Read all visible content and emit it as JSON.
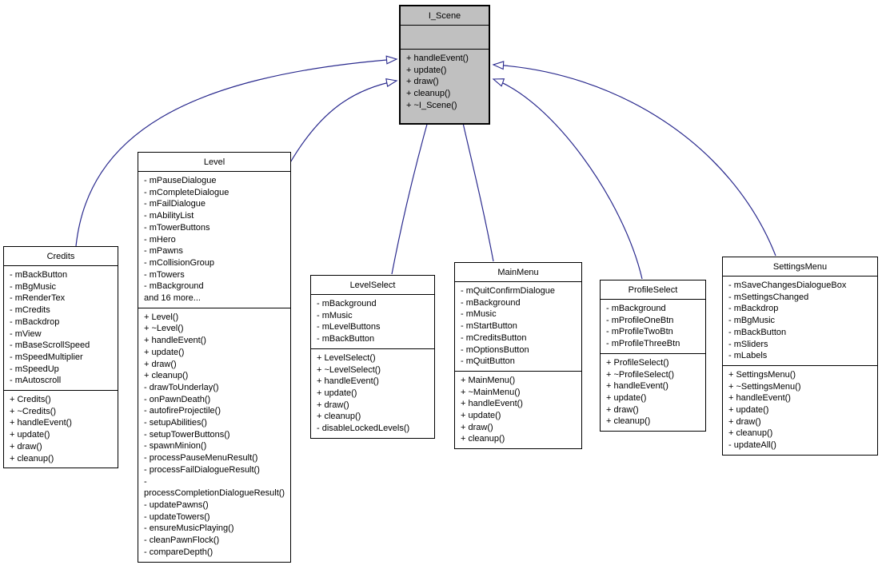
{
  "diagram": {
    "type": "uml-class-inheritance",
    "edge_color": "#2a2a8e",
    "base_fill_color": "#c0c0c0",
    "box_fill_color": "#ffffff",
    "border_color": "#000000"
  },
  "classes": {
    "i_scene": {
      "name": "I_Scene",
      "attributes": [],
      "methods": [
        "+ handleEvent()",
        "+ update()",
        "+ draw()",
        "+ cleanup()",
        "+ ~I_Scene()"
      ]
    },
    "credits": {
      "name": "Credits",
      "attributes": [
        "- mBackButton",
        "- mBgMusic",
        "- mRenderTex",
        "- mCredits",
        "- mBackdrop",
        "- mView",
        "- mBaseScrollSpeed",
        "- mSpeedMultiplier",
        "- mSpeedUp",
        "- mAutoscroll"
      ],
      "methods": [
        "+ Credits()",
        "+ ~Credits()",
        "+ handleEvent()",
        "+ update()",
        "+ draw()",
        "+ cleanup()"
      ]
    },
    "level": {
      "name": "Level",
      "attributes": [
        "- mPauseDialogue",
        "- mCompleteDialogue",
        "- mFailDialogue",
        "- mAbilityList",
        "- mTowerButtons",
        "- mHero",
        "- mPawns",
        "- mCollisionGroup",
        "- mTowers",
        "- mBackground",
        "and 16 more..."
      ],
      "methods": [
        "+ Level()",
        "+ ~Level()",
        "+ handleEvent()",
        "+ update()",
        "+ draw()",
        "+ cleanup()",
        "- drawToUnderlay()",
        "- onPawnDeath()",
        "- autofireProjectile()",
        "- setupAbilities()",
        "- setupTowerButtons()",
        "- spawnMinion()",
        "- processPauseMenuResult()",
        "- processFailDialogueResult()",
        "- processCompletionDialogueResult()",
        "- updatePawns()",
        "- updateTowers()",
        "- ensureMusicPlaying()",
        "- cleanPawnFlock()",
        "- compareDepth()"
      ]
    },
    "level_select": {
      "name": "LevelSelect",
      "attributes": [
        "- mBackground",
        "- mMusic",
        "- mLevelButtons",
        "- mBackButton"
      ],
      "methods": [
        "+ LevelSelect()",
        "+ ~LevelSelect()",
        "+ handleEvent()",
        "+ update()",
        "+ draw()",
        "+ cleanup()",
        "- disableLockedLevels()"
      ]
    },
    "main_menu": {
      "name": "MainMenu",
      "attributes": [
        "- mQuitConfirmDialogue",
        "- mBackground",
        "- mMusic",
        "- mStartButton",
        "- mCreditsButton",
        "- mOptionsButton",
        "- mQuitButton"
      ],
      "methods": [
        "+ MainMenu()",
        "+ ~MainMenu()",
        "+ handleEvent()",
        "+ update()",
        "+ draw()",
        "+ cleanup()"
      ]
    },
    "profile_select": {
      "name": "ProfileSelect",
      "attributes": [
        "- mBackground",
        "- mProfileOneBtn",
        "- mProfileTwoBtn",
        "- mProfileThreeBtn"
      ],
      "methods": [
        "+ ProfileSelect()",
        "+ ~ProfileSelect()",
        "+ handleEvent()",
        "+ update()",
        "+ draw()",
        "+ cleanup()"
      ]
    },
    "settings_menu": {
      "name": "SettingsMenu",
      "attributes": [
        "- mSaveChangesDialogueBox",
        "- mSettingsChanged",
        "- mBackdrop",
        "- mBgMusic",
        "- mBackButton",
        "- mSliders",
        "- mLabels"
      ],
      "methods": [
        "+ SettingsMenu()",
        "+ ~SettingsMenu()",
        "+ handleEvent()",
        "+ update()",
        "+ draw()",
        "+ cleanup()",
        "- updateAll()"
      ]
    }
  },
  "relationships": [
    {
      "derived": "Credits",
      "base": "I_Scene",
      "type": "inheritance"
    },
    {
      "derived": "Level",
      "base": "I_Scene",
      "type": "inheritance"
    },
    {
      "derived": "LevelSelect",
      "base": "I_Scene",
      "type": "inheritance"
    },
    {
      "derived": "MainMenu",
      "base": "I_Scene",
      "type": "inheritance"
    },
    {
      "derived": "ProfileSelect",
      "base": "I_Scene",
      "type": "inheritance"
    },
    {
      "derived": "SettingsMenu",
      "base": "I_Scene",
      "type": "inheritance"
    }
  ]
}
